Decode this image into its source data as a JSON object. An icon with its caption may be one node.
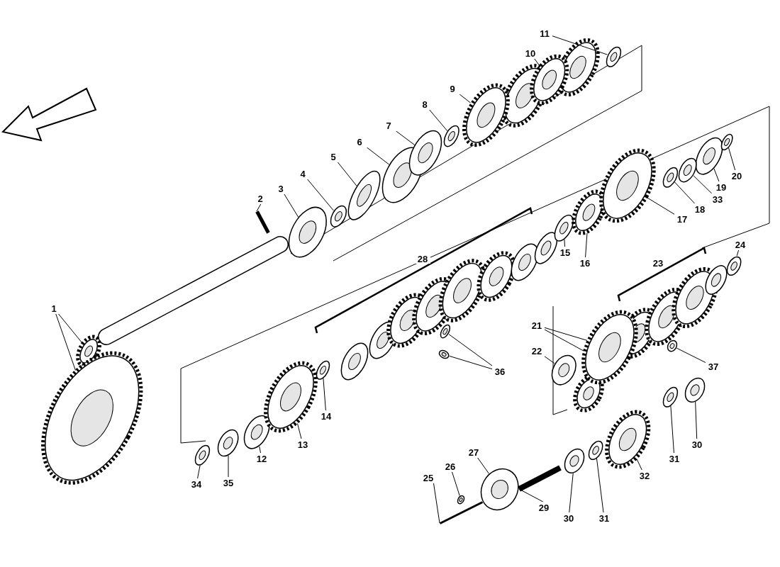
{
  "diagram": {
    "nodes": [
      {
        "text": [
          "1"
        ]
      },
      {
        "text": [
          "2"
        ]
      },
      {
        "text": [
          "3"
        ]
      },
      {
        "text": [
          "4"
        ]
      },
      {
        "text": [
          "5"
        ]
      },
      {
        "text": [
          "6"
        ]
      },
      {
        "text": [
          "7"
        ]
      },
      {
        "text": [
          "8"
        ]
      },
      {
        "text": [
          "9"
        ]
      },
      {
        "text": [
          "10"
        ]
      },
      {
        "text": [
          "11"
        ]
      },
      {
        "text": [
          "12"
        ]
      },
      {
        "text": [
          "13"
        ]
      },
      {
        "text": [
          "14"
        ]
      },
      {
        "text": [
          "15"
        ]
      },
      {
        "text": [
          "16"
        ]
      },
      {
        "text": [
          "17"
        ]
      },
      {
        "text": [
          "18"
        ]
      },
      {
        "text": [
          "19"
        ]
      },
      {
        "text": [
          "20"
        ]
      },
      {
        "text": [
          "21"
        ]
      },
      {
        "text": [
          "22"
        ]
      },
      {
        "text": [
          "24"
        ]
      },
      {
        "text": [
          "25"
        ]
      },
      {
        "text": [
          "26"
        ]
      },
      {
        "text": [
          "27"
        ]
      },
      {
        "text": [
          "29"
        ]
      },
      {
        "text": [
          "30"
        ]
      },
      {
        "text": [
          "30"
        ]
      },
      {
        "text": [
          "31"
        ]
      },
      {
        "text": [
          "31"
        ]
      },
      {
        "text": [
          "32"
        ]
      },
      {
        "text": [
          "33"
        ]
      },
      {
        "text": [
          "34"
        ]
      },
      {
        "text": [
          "35"
        ]
      },
      {
        "text": [
          "36"
        ]
      },
      {
        "text": [
          "37"
        ]
      },
      {
        "text": [],
        "shape": "picture"
      },
      {
        "text": [],
        "shape": "picture"
      },
      {
        "text": [],
        "shape": "picture"
      },
      {
        "text": [],
        "shape": "picture"
      },
      {
        "text": [],
        "shape": "picture"
      },
      {
        "text": [],
        "shape": "picture"
      },
      {
        "text": [],
        "shape": "picture"
      },
      {
        "text": [],
        "shape": "picture"
      },
      {
        "text": [],
        "shape": "picture"
      },
      {
        "text": [],
        "shape": "picture"
      },
      {
        "text": [],
        "shape": "picture"
      },
      {
        "text": [],
        "shape": "picture"
      },
      {
        "text": [],
        "shape": "picture"
      },
      {
        "text": [],
        "shape": "picture"
      },
      {
        "text": [],
        "shape": "picture"
      },
      {
        "text": [],
        "shape": "picture"
      },
      {
        "text": [],
        "shape": "picture"
      },
      {
        "text": [],
        "shape": "picture"
      },
      {
        "text": [],
        "shape": "picture"
      },
      {
        "text": [],
        "shape": "picture"
      },
      {
        "text": [],
        "shape": "picture"
      },
      {
        "text": [],
        "shape": "picture"
      },
      {
        "text": [],
        "shape": "picture"
      },
      {
        "text": [],
        "shape": "picture"
      },
      {
        "text": [],
        "shape": "picture"
      },
      {
        "text": [],
        "shape": "picture"
      },
      {
        "text": [],
        "shape": "picture"
      },
      {
        "text": [],
        "shape": "picture"
      },
      {
        "text": [],
        "shape": "picture"
      },
      {
        "text": [],
        "shape": "picture"
      },
      {
        "text": [],
        "shape": "picture"
      },
      {
        "text": [],
        "shape": "picture"
      },
      {
        "text": [],
        "shape": "picture"
      },
      {
        "text": [],
        "shape": "picture"
      },
      {
        "text": [],
        "shape": "picture"
      },
      {
        "text": [],
        "shape": "picture"
      },
      {
        "text": [],
        "shape": "picture"
      },
      {
        "text": [],
        "shape": "picture"
      },
      {
        "text": [],
        "shape": "picture"
      }
    ],
    "edges": [
      {
        "from": 0,
        "to": 37,
        "arrow": "none"
      },
      {
        "from": 0,
        "to": 38,
        "arrow": "none"
      },
      {
        "from": 1,
        "to": 39,
        "arrow": "none"
      },
      {
        "from": 2,
        "to": 40,
        "arrow": "none"
      },
      {
        "from": 3,
        "to": 41,
        "arrow": "none"
      },
      {
        "from": 4,
        "to": 42,
        "arrow": "none"
      },
      {
        "from": 5,
        "to": 43,
        "arrow": "none"
      },
      {
        "from": 6,
        "to": 44,
        "arrow": "none"
      },
      {
        "from": 7,
        "to": 45,
        "arrow": "none"
      },
      {
        "from": 8,
        "to": 46,
        "arrow": "none"
      },
      {
        "from": 9,
        "to": 47,
        "arrow": "none"
      },
      {
        "from": 10,
        "to": 48,
        "arrow": "none"
      },
      {
        "from": 11,
        "to": 49,
        "arrow": "none"
      },
      {
        "from": 12,
        "to": 50,
        "arrow": "none"
      },
      {
        "from": 13,
        "to": 51,
        "arrow": "none"
      },
      {
        "from": 14,
        "to": 52,
        "arrow": "none"
      },
      {
        "from": 15,
        "to": 53,
        "arrow": "none"
      },
      {
        "from": 16,
        "to": 54,
        "arrow": "none"
      },
      {
        "from": 17,
        "to": 55,
        "arrow": "none"
      },
      {
        "from": 18,
        "to": 56,
        "arrow": "none"
      },
      {
        "from": 19,
        "to": 57,
        "arrow": "none"
      },
      {
        "from": 20,
        "to": 58,
        "arrow": "none"
      },
      {
        "from": 20,
        "to": 58,
        "arrow": "none"
      },
      {
        "from": 21,
        "to": 59,
        "arrow": "none"
      },
      {
        "from": 22,
        "to": 60,
        "arrow": "none"
      },
      {
        "from": 23,
        "to": 61,
        "arrow": "none"
      },
      {
        "from": 24,
        "to": 62,
        "arrow": "none"
      },
      {
        "from": 25,
        "to": 63,
        "arrow": "none"
      },
      {
        "from": 26,
        "to": 64,
        "arrow": "none"
      },
      {
        "from": 27,
        "to": 65,
        "arrow": "none"
      },
      {
        "from": 28,
        "to": 66,
        "arrow": "none"
      },
      {
        "from": 29,
        "to": 67,
        "arrow": "none"
      },
      {
        "from": 30,
        "to": 68,
        "arrow": "none"
      },
      {
        "from": 31,
        "to": 69,
        "arrow": "none"
      },
      {
        "from": 32,
        "to": 70,
        "arrow": "none"
      },
      {
        "from": 33,
        "to": 71,
        "arrow": "none"
      },
      {
        "from": 34,
        "to": 72,
        "arrow": "none"
      },
      {
        "from": 35,
        "to": 73,
        "arrow": "none"
      },
      {
        "from": 35,
        "to": 74,
        "arrow": "none"
      },
      {
        "from": 36,
        "to": 75,
        "arrow": "none"
      }
    ],
    "labels": [
      "28",
      "23"
    ]
  }
}
